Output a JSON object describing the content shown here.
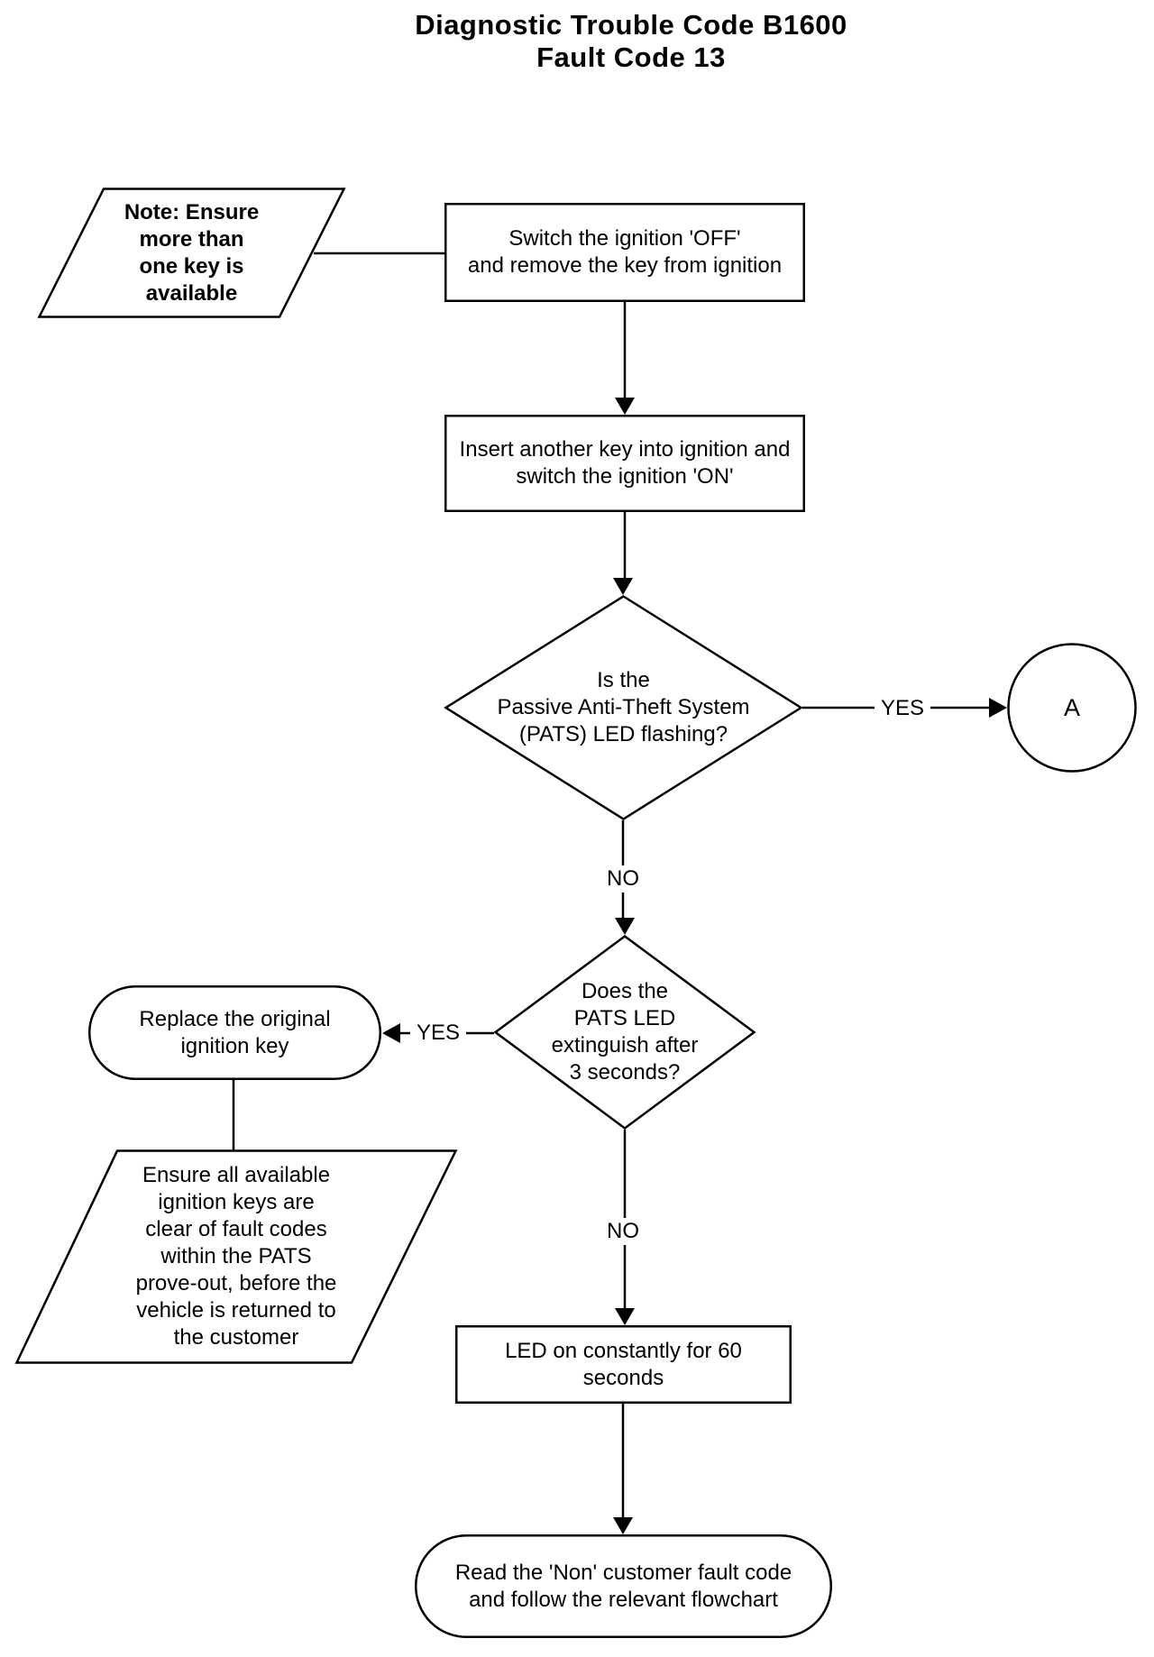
{
  "title": "Diagnostic Trouble Code B1600\nFault Code 13",
  "nodes": {
    "note": {
      "text": "Note: Ensure\nmore than\none key is\navailable"
    },
    "step1": {
      "text": "Switch the ignition 'OFF'\nand remove the key from ignition"
    },
    "step2": {
      "text": "Insert another key into ignition and\nswitch the ignition 'ON'"
    },
    "decision1": {
      "text": "Is the\nPassive Anti-Theft System\n(PATS) LED flashing?"
    },
    "connector_a": {
      "text": "A"
    },
    "decision2": {
      "text": "Does the\nPATS LED\nextinguish after\n3 seconds?"
    },
    "replace_key": {
      "text": "Replace the original\nignition key"
    },
    "ensure_keys": {
      "text": "Ensure all available\nignition keys are\nclear of fault codes\nwithin the PATS\nprove-out, before the\nvehicle is returned to\nthe customer"
    },
    "led_on": {
      "text": "LED on constantly for 60\nseconds"
    },
    "read_code": {
      "text": "Read the 'Non' customer fault code\nand follow the relevant flowchart"
    }
  },
  "labels": {
    "yes1": "YES",
    "no1": "NO",
    "yes2": "YES",
    "no2": "NO"
  },
  "colors": {
    "line": "#000000",
    "background": "#ffffff",
    "text": "#000000"
  }
}
